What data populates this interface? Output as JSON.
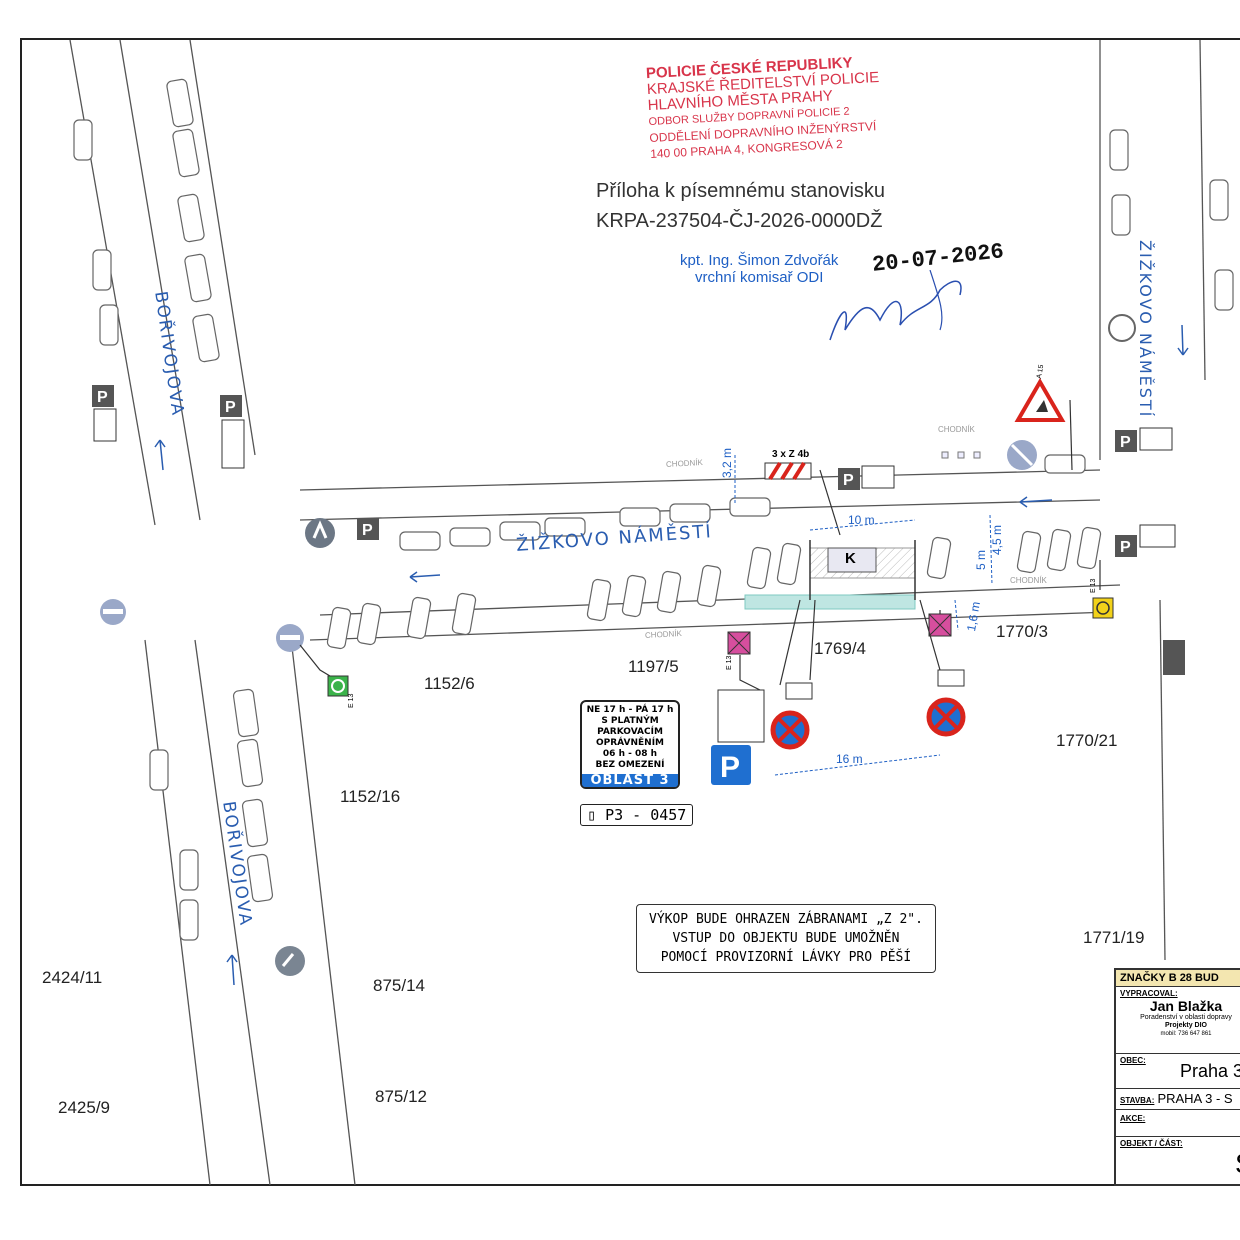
{
  "stamp": {
    "lines": [
      "POLICIE ČESKÉ REPUBLIKY",
      "KRAJSKÉ ŘEDITELSTVÍ POLICIE",
      "HLAVNÍHO MĚSTA PRAHY",
      "ODBOR SLUŽBY DOPRAVNÍ POLICIE 2",
      "ODDĚLENÍ DOPRAVNÍHO INŽENÝRSTVÍ",
      "140 00 PRAHA 4, KONGRESOVÁ 2"
    ]
  },
  "annex": {
    "title": "Příloha k písemnému stanovisku",
    "ref": "KRPA-237504-ČJ-2026-0000DŽ",
    "officer_name": "kpt. Ing. Šimon Zdvořák",
    "officer_role": "vrchní komisař ODI",
    "date": "20-07-2026"
  },
  "streets": {
    "zizkovo_main": "ŽIŽKOVO NÁMĚSTÍ",
    "zizkovo_vertical": "ŽIŽKOVO NÁMĚSTÍ",
    "borivojova_top": "BOŘIVOJOVA",
    "borivojova_bottom": "BOŘIVOJOVA"
  },
  "parcels": [
    "1152/6",
    "1197/5",
    "1769/4",
    "1770/3",
    "1770/21",
    "1152/16",
    "1771/19",
    "2424/11",
    "875/14",
    "2425/9",
    "875/12"
  ],
  "labels": {
    "sidewalk": "CHODNÍK",
    "k_box": "K",
    "z4b": "3 x Z 4b",
    "a15": "A 15",
    "e13": "E 13"
  },
  "dimensions": {
    "d1": "3,2 m",
    "d2": "10 m",
    "d3": "4,5 m",
    "d4": "5 m",
    "d5": "1,6 m",
    "d6": "16 m"
  },
  "zone_sign": {
    "l1": "NE 17 h - PÁ 17 h",
    "l2": "S PLATNÝM",
    "l3": "PARKOVACÍM",
    "l4": "OPRÁVNĚNÍM",
    "l5": "06 h - 08 h",
    "l6": "BEZ OMEZENÍ",
    "oblast": "OBLAST 3",
    "phone": "P3 - 0457"
  },
  "note": {
    "l1": "VÝKOP BUDE OHRAZEN ZÁBRANAMI „Z 2\".",
    "l2": "VSTUP DO OBJEKTU BUDE UMOŽNĚN",
    "l3": "POMOCÍ PROVIZORNÍ LÁVKY PRO PĚŠÍ"
  },
  "titleblock": {
    "header": "ZNAČKY B 28 BUD",
    "prepared_label": "VYPRACOVAL:",
    "prepared_name": "Jan Blažka",
    "prepared_desc": "Poradenství v oblasti dopravy",
    "prepared_desc2": "Projekty DIO",
    "mobile": "mobil: 736 647 861",
    "obec_label": "OBEC:",
    "obec": "Praha 3",
    "stavba_label": "STAVBA:",
    "stavba": "PRAHA 3 - S",
    "akce_label": "AKCE:",
    "objekt_label": "OBJEKT / ČÁST:",
    "objekt": "S"
  },
  "colors": {
    "street_blue": "#2a5db0",
    "stamp_red": "#d8344a",
    "officer_blue": "#1e5fc4",
    "no_stop_red": "#d9241c",
    "parking_blue": "#1f6fd0"
  }
}
